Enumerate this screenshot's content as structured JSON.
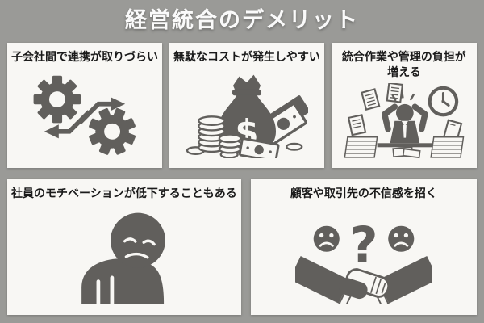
{
  "title": "経営統合のデメリット",
  "colors": {
    "background": "#9a9a97",
    "card": "#f8f7f4",
    "icon": "#615f5c",
    "title_text": "#fafafa",
    "label_text": "#1a1a1a"
  },
  "icon_glyphs": {
    "dollar": "$",
    "question": "?"
  },
  "cards": [
    {
      "id": "subsidiaries",
      "icon": "gears-exchange-icon",
      "lines": [
        "子会社間で連携が取りづらい"
      ]
    },
    {
      "id": "costs",
      "icon": "money-bag-icon",
      "lines": [
        "無駄なコストが発生しやすい"
      ]
    },
    {
      "id": "workload",
      "icon": "overworked-person-icon",
      "lines": [
        "統合作業や管理の負担が",
        "増える"
      ]
    },
    {
      "id": "motivation",
      "icon": "demotivated-person-icon",
      "lines": [
        "社員のモチベーションが低下することもある"
      ]
    },
    {
      "id": "distrust",
      "icon": "distrust-handshake-icon",
      "lines": [
        "顧客や取引先の不信感を招く"
      ]
    }
  ]
}
